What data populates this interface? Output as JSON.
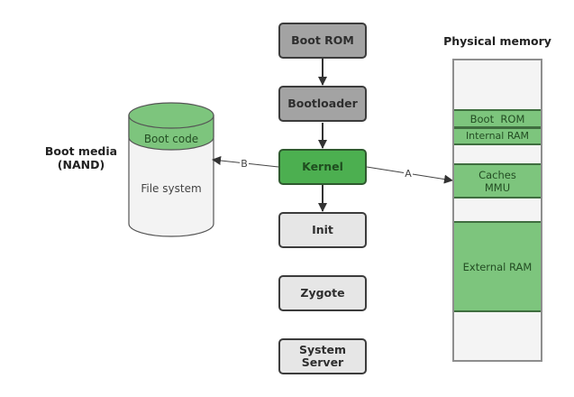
{
  "diagram": {
    "flow_boxes": [
      {
        "id": "boot-rom",
        "label": "Boot ROM",
        "style": "gray"
      },
      {
        "id": "bootloader",
        "label": "Bootloader",
        "style": "gray"
      },
      {
        "id": "kernel",
        "label": "Kernel",
        "style": "green"
      },
      {
        "id": "init",
        "label": "Init",
        "style": "light"
      },
      {
        "id": "zygote",
        "label": "Zygote",
        "style": "light"
      },
      {
        "id": "system-server",
        "label": "System Server",
        "style": "light"
      }
    ],
    "boot_media": {
      "title_line1": "Boot media",
      "title_line2": "(NAND)",
      "boot_code_label": "Boot code",
      "file_system_label": "File system"
    },
    "physical_memory": {
      "title": "Physical memory",
      "segments": [
        {
          "label": "Boot  ROM"
        },
        {
          "label": "Internal RAM"
        },
        {
          "label_line1": "Caches",
          "label_line2": "MMU"
        },
        {
          "label": "External RAM"
        }
      ]
    },
    "edges": [
      {
        "from": "Boot ROM",
        "to": "Bootloader",
        "label": ""
      },
      {
        "from": "Bootloader",
        "to": "Kernel",
        "label": ""
      },
      {
        "from": "Kernel",
        "to": "Init",
        "label": ""
      },
      {
        "from": "Kernel",
        "to": "Boot media",
        "label": "B"
      },
      {
        "from": "Kernel",
        "to": "Physical memory",
        "label": "A"
      }
    ],
    "colors": {
      "gray_box": "#a3a3a3",
      "kernel_green": "#4caf50",
      "light_box": "#e6e6e6",
      "memory_green": "#7dc57d",
      "memory_bg": "#f4f4f4"
    }
  }
}
